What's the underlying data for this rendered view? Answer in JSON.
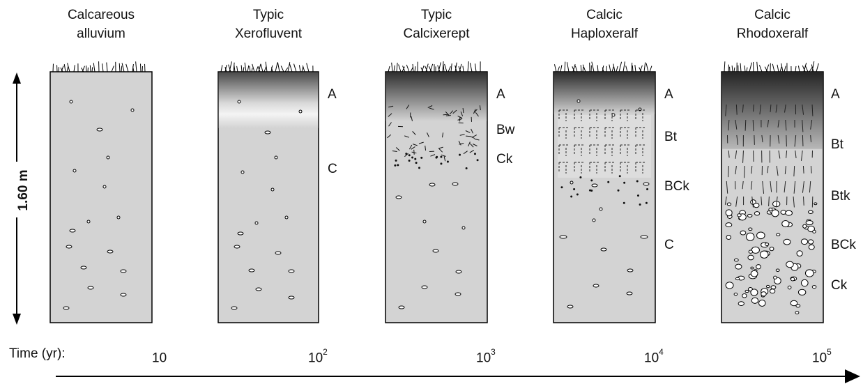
{
  "profiles": [
    {
      "title": [
        "Calcareous",
        "alluvium"
      ],
      "horizons": [],
      "time": {
        "base": "10",
        "exp": ""
      }
    },
    {
      "title": [
        "Typic",
        "Xerofluvent"
      ],
      "horizons": [
        "A",
        "C"
      ],
      "time": {
        "base": "10",
        "exp": "2"
      }
    },
    {
      "title": [
        "Typic",
        "Calcixerept"
      ],
      "horizons": [
        "A",
        "Bw",
        "Ck"
      ],
      "time": {
        "base": "10",
        "exp": "3"
      }
    },
    {
      "title": [
        "Calcic",
        "Haploxeralf"
      ],
      "horizons": [
        "A",
        "Bt",
        "BCk",
        "C"
      ],
      "time": {
        "base": "10",
        "exp": "4"
      }
    },
    {
      "title": [
        "Calcic",
        "Rhodoxeralf"
      ],
      "horizons": [
        "A",
        "Bt",
        "Btk",
        "BCk",
        "Ck"
      ],
      "time": {
        "base": "10",
        "exp": "5"
      }
    }
  ],
  "scale_label": "1.60 m",
  "time_label": "Time (yr):",
  "colors": {
    "profile_fill": "#d3d3d3",
    "dark_topsoil": "#3a3a3a",
    "outline": "#000000"
  }
}
